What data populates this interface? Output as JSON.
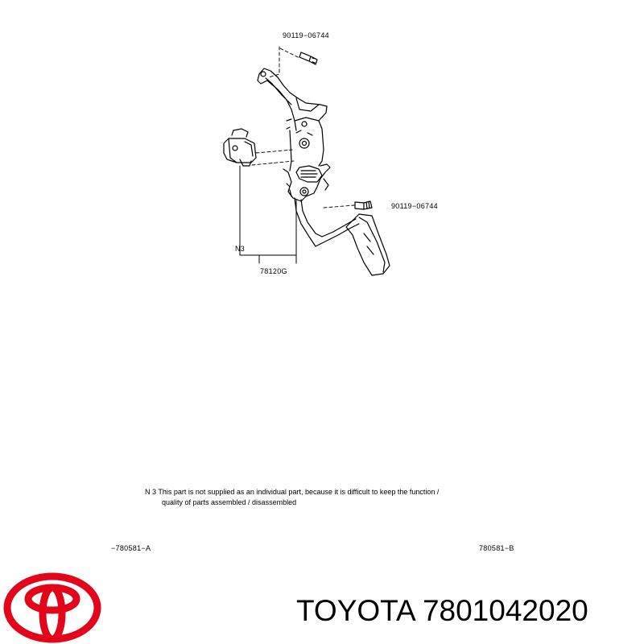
{
  "diagram": {
    "callouts": {
      "bolt_top": "90119−06744",
      "bolt_right": "90119−06744",
      "assembly": "78120G",
      "note_ref": "N3"
    },
    "note": {
      "line1": "N 3 This part is not supplied as an individual part, because it is difficult to keep the function /",
      "line2": "quality of parts assembled / disassembled"
    },
    "figure_ids": {
      "left": "−780581−A",
      "right": "780581−B"
    }
  },
  "footer": {
    "brand_line": "TOYOTA 7801042020",
    "logo_color": "#e3061b"
  }
}
